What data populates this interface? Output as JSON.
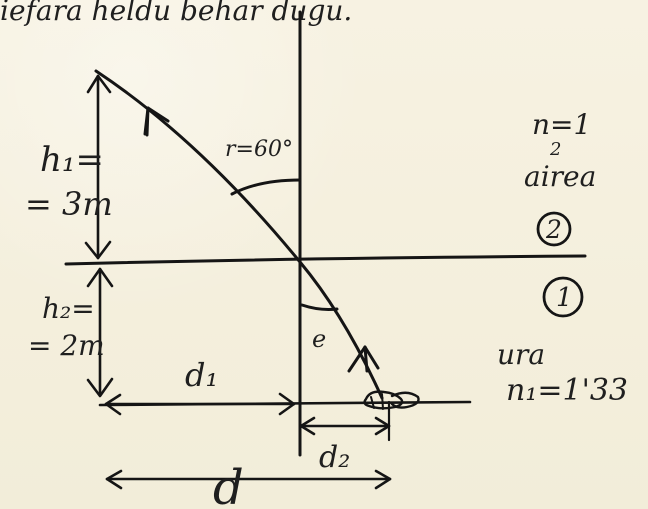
{
  "diagram": {
    "header_text": "iefara heldu behar dugu.",
    "angle_r": "r=60°",
    "angle_e": "e",
    "h1_line1": "h₁=",
    "h1_line2": "= 3m",
    "h2_line1": "h₂=",
    "h2_line2": "= 2m",
    "d1": "d₁",
    "d2": "d₂",
    "d": "d",
    "medium2_n": "n=1",
    "medium2_n_sub": "2",
    "medium2_name": "airea",
    "medium2_number": "2",
    "medium1_number": "1",
    "medium1_name": "ura",
    "medium1_n": "n₁=1'33"
  }
}
